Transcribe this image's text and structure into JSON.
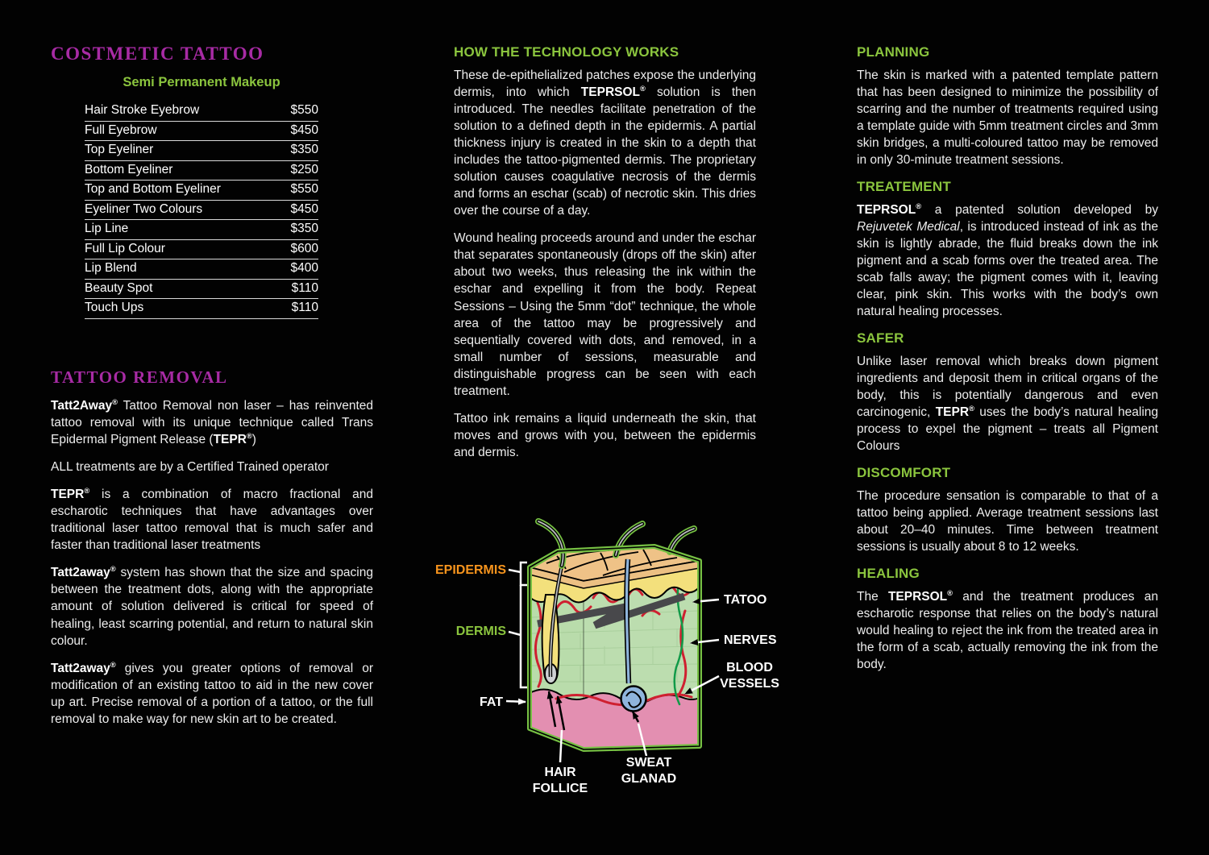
{
  "colors": {
    "background": "#020202",
    "magenta": "#a82ba5",
    "green": "#8bc53e",
    "orange": "#f7941d",
    "text": "#ededed",
    "diagram": {
      "outline": "#76c043",
      "top_face": "#efc287",
      "cap_strip": "#ecc083",
      "epidermis": "#f3e07c",
      "dermis": "#b9dcab",
      "fat": "#e38fb1",
      "vessel": "#cf2030",
      "nerve": "#119a48",
      "gland": "#8fb4dc",
      "tattoo": "#48484b",
      "hair": "#b9bcbe"
    }
  },
  "left_column": {
    "title": "COSTMETIC TATTOO",
    "subtitle": "Semi Permanent Makeup",
    "price_list": [
      {
        "label": "Hair Stroke Eyebrow",
        "price": "$550"
      },
      {
        "label": "Full Eyebrow",
        "price": "$450"
      },
      {
        "label": "Top Eyeliner",
        "price": "$350"
      },
      {
        "label": "Bottom Eyeliner",
        "price": "$250"
      },
      {
        "label": "Top and Bottom Eyeliner",
        "price": "$550"
      },
      {
        "label": "Eyeliner Two Colours",
        "price": "$450"
      },
      {
        "label": "Lip Line",
        "price": "$350"
      },
      {
        "label": "Full Lip Colour",
        "price": "$600"
      },
      {
        "label": "Lip Blend",
        "price": "$400"
      },
      {
        "label": "Beauty Spot",
        "price": "$110"
      },
      {
        "label": "Touch Ups",
        "price": "$110"
      }
    ],
    "removal": {
      "title": "TATTOO REMOVAL",
      "paragraphs": [
        [
          {
            "t": "Tatt2Away",
            "b": 1
          },
          {
            "t": "®",
            "b": 1,
            "sup": 1
          },
          {
            "t": " Tattoo Removal non laser – has reinvented tattoo removal with its unique technique called Trans Epidermal Pigment Release ("
          },
          {
            "t": "TEPR",
            "b": 1
          },
          {
            "t": "®",
            "b": 1,
            "sup": 1
          },
          {
            "t": ")"
          }
        ],
        [
          {
            "t": "ALL treatments are by a Certified Trained operator"
          }
        ],
        [
          {
            "t": "TEPR",
            "b": 1
          },
          {
            "t": "®",
            "b": 1,
            "sup": 1
          },
          {
            "t": " is a combination of macro fractional and escharotic techniques that have advantages over traditional laser tattoo removal that is much safer and faster than traditional laser treatments"
          }
        ],
        [
          {
            "t": "Tatt2away",
            "b": 1
          },
          {
            "t": "®",
            "b": 1,
            "sup": 1
          },
          {
            "t": " system has shown that the size and spacing between the treatment dots, along with the appropriate amount of solution delivered is critical for speed of healing, least scarring potential, and return to natural skin colour."
          }
        ],
        [
          {
            "t": "Tatt2away",
            "b": 1
          },
          {
            "t": "®",
            "b": 1,
            "sup": 1
          },
          {
            "t": " gives you greater options of removal or modification of an existing tattoo to aid in the new cover up art. Precise removal of a portion of a tattoo, or the full removal to make way for new skin art to be created."
          }
        ]
      ]
    }
  },
  "middle_column": {
    "title": "HOW THE TECHNOLOGY WORKS",
    "paragraphs": [
      [
        {
          "t": "These de-epithelialized patches expose the underlying dermis, into which "
        },
        {
          "t": "TEPRSOL",
          "b": 1
        },
        {
          "t": "®",
          "b": 1,
          "sup": 1
        },
        {
          "t": " solution is then introduced. The needles facilitate penetration of the solution to a defined depth in the epidermis. A partial thickness injury is created in the skin to a depth that includes the tattoo-pigmented dermis. The proprietary solution causes coagulative necrosis of the dermis and forms an eschar (scab) of necrotic skin. This dries over the course of a day."
        }
      ],
      [
        {
          "t": "Wound healing proceeds around and under the eschar that separates spontaneously (drops off the skin) after about two weeks, thus releasing the ink within the eschar and expelling it from the body. Repeat Sessions – Using the 5mm “dot” technique, the whole area of the tattoo may be progressively and sequentially covered with dots, and removed, in a small number of sessions, measurable and distinguishable progress can be seen with each treatment."
        }
      ],
      [
        {
          "t": "Tattoo ink remains a liquid underneath the skin, that moves and grows with you, between the epidermis and dermis."
        }
      ]
    ]
  },
  "right_column": {
    "sections": [
      {
        "title": "PLANNING",
        "paragraphs": [
          [
            {
              "t": "The skin is marked with a patented template pattern that has been designed to minimize the possibility of scarring and the number of treatments required using a template guide with 5mm treatment circles and 3mm skin bridges, a multi-coloured tattoo may be removed in only 30-minute treatment sessions."
            }
          ]
        ]
      },
      {
        "title": "TREATEMENT",
        "paragraphs": [
          [
            {
              "t": "TEPRSOL",
              "b": 1
            },
            {
              "t": "®",
              "b": 1,
              "sup": 1
            },
            {
              "t": " a patented solution developed by "
            },
            {
              "t": "Rejuvetek Medical",
              "i": 1
            },
            {
              "t": ", is introduced instead of ink as the skin is lightly abrade, the fluid breaks down the ink pigment and a scab forms over the treated area. The scab falls away; the pigment comes with it, leaving clear, pink skin. This works with the body’s own natural healing processes."
            }
          ]
        ]
      },
      {
        "title": "SAFER",
        "paragraphs": [
          [
            {
              "t": "Unlike laser removal which breaks down pigment ingredients and deposit them in critical organs of the body, this is potentially dangerous and even carcinogenic, "
            },
            {
              "t": "TEPR",
              "b": 1
            },
            {
              "t": "®",
              "b": 1,
              "sup": 1
            },
            {
              "t": " uses the body’s natural healing process to expel the pigment – treats all Pigment Colours"
            }
          ]
        ]
      },
      {
        "title": "DISCOMFORT",
        "paragraphs": [
          [
            {
              "t": "The procedure sensation is comparable to that of a tattoo being applied. Average treatment sessions last about 20–40 minutes. Time between treatment sessions is usually about 8 to 12 weeks."
            }
          ]
        ]
      },
      {
        "title": "HEALING",
        "paragraphs": [
          [
            {
              "t": "The "
            },
            {
              "t": "TEPRSOL",
              "b": 1
            },
            {
              "t": "®",
              "b": 1,
              "sup": 1
            },
            {
              "t": " and the treatment produces an escharotic response that relies on the body’s natural would healing to reject the ink from the treated area in the form of a scab, actually removing the ink from the body."
            }
          ]
        ]
      }
    ]
  },
  "diagram": {
    "labels": {
      "epidermis": "EPIDERMIS",
      "dermis": "DERMIS",
      "fat": "FAT",
      "hair_follice_1": "HAIR",
      "hair_follice_2": "FOLLICE",
      "sweat_glanad_1": "SWEAT",
      "sweat_glanad_2": "GLANAD",
      "tatoo": "TATOO",
      "nerves": "NERVES",
      "blood_vessels_1": "BLOOD",
      "blood_vessels_2": "VESSELS"
    }
  }
}
